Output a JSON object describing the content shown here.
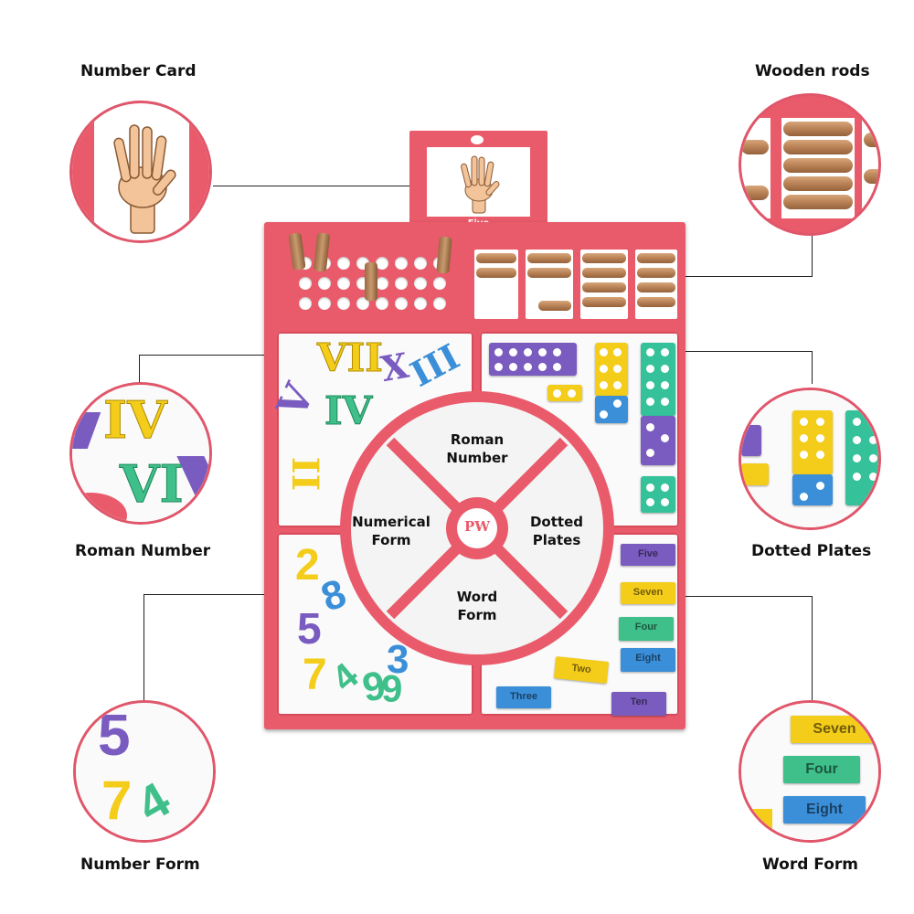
{
  "callouts": {
    "number_card": "Number Card",
    "wooden_rods": "Wooden rods",
    "roman_number": "Roman Number",
    "dotted_plates": "Dotted Plates",
    "number_form": "Number Form",
    "word_form": "Word Form"
  },
  "card": {
    "word": "Five"
  },
  "wheel": {
    "top": "Roman\nNumber",
    "left": "Numerical\nForm",
    "right": "Dotted\nPlates",
    "bottom": "Word\nForm",
    "logo": "PW"
  },
  "roman_numerals": [
    "VII",
    "X",
    "III",
    "V",
    "IV",
    "II"
  ],
  "digits": [
    "2",
    "8",
    "5",
    "3",
    "7",
    "4",
    "9",
    "6"
  ],
  "word_tiles": [
    "Five",
    "Seven",
    "Four",
    "Eight",
    "Two",
    "Three",
    "Ten"
  ],
  "zoom": {
    "roman": [
      "IV",
      "VI"
    ],
    "digits": [
      "5",
      "7",
      "4"
    ],
    "words": [
      "Seven",
      "Four",
      "Eight"
    ]
  },
  "colors": {
    "board": "#e95b6b",
    "accent": "#e0566a",
    "yellow": "#f4cc1a",
    "purple": "#7a5cc0",
    "green": "#3fbf8a",
    "blue": "#3b8fd9",
    "teal": "#35c29b"
  }
}
